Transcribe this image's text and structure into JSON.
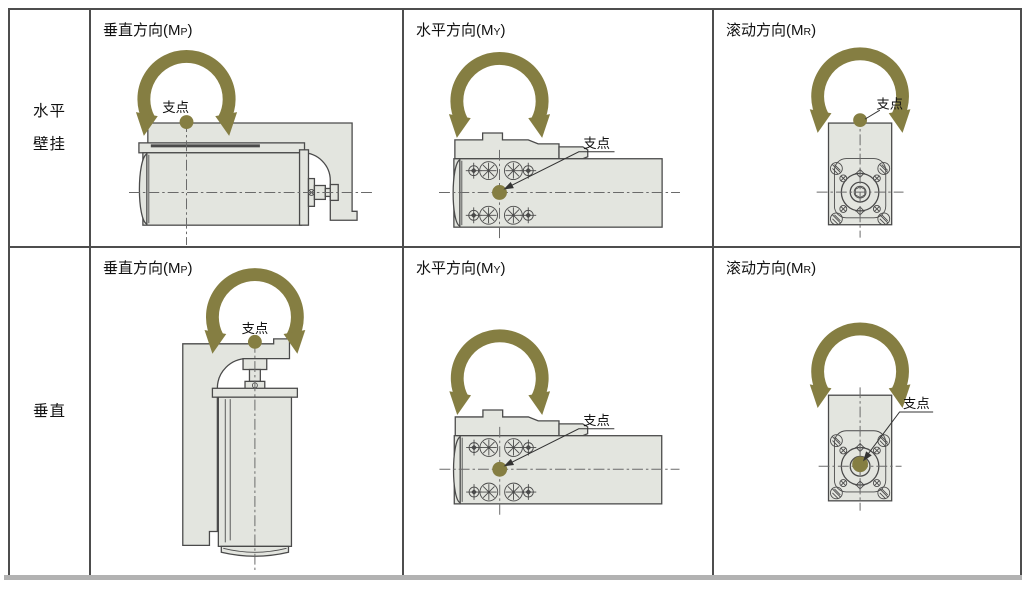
{
  "colors": {
    "moment_arrow": "#857E42",
    "fulcrum_dot": "#857E42",
    "drawing_fill": "#E3E5DF",
    "drawing_outline": "#4A4A4A",
    "table_border": "#4D4D4D",
    "bottom_rule": "#B2B2B2"
  },
  "table": {
    "rows": [
      {
        "orientation_label": {
          "lines": [
            "水平",
            "壁挂"
          ]
        },
        "cells": [
          {
            "title_prefix": "垂直方向(M",
            "title_sub": "P",
            "title_suffix": ")",
            "fulcrum_label": "支点"
          },
          {
            "title_prefix": "水平方向(M",
            "title_sub": "Y",
            "title_suffix": ")",
            "fulcrum_label": "支点"
          },
          {
            "title_prefix": "滚动方向(M",
            "title_sub": "R",
            "title_suffix": ")",
            "fulcrum_label": "支点"
          }
        ]
      },
      {
        "orientation_label": {
          "lines": [
            "垂直"
          ]
        },
        "cells": [
          {
            "title_prefix": "垂直方向(M",
            "title_sub": "P",
            "title_suffix": ")",
            "fulcrum_label": "支点"
          },
          {
            "title_prefix": "水平方向(M",
            "title_sub": "Y",
            "title_suffix": ")",
            "fulcrum_label": "支点"
          },
          {
            "title_prefix": "滚动方向(M",
            "title_sub": "R",
            "title_suffix": ")",
            "fulcrum_label": "支点"
          }
        ]
      }
    ]
  }
}
